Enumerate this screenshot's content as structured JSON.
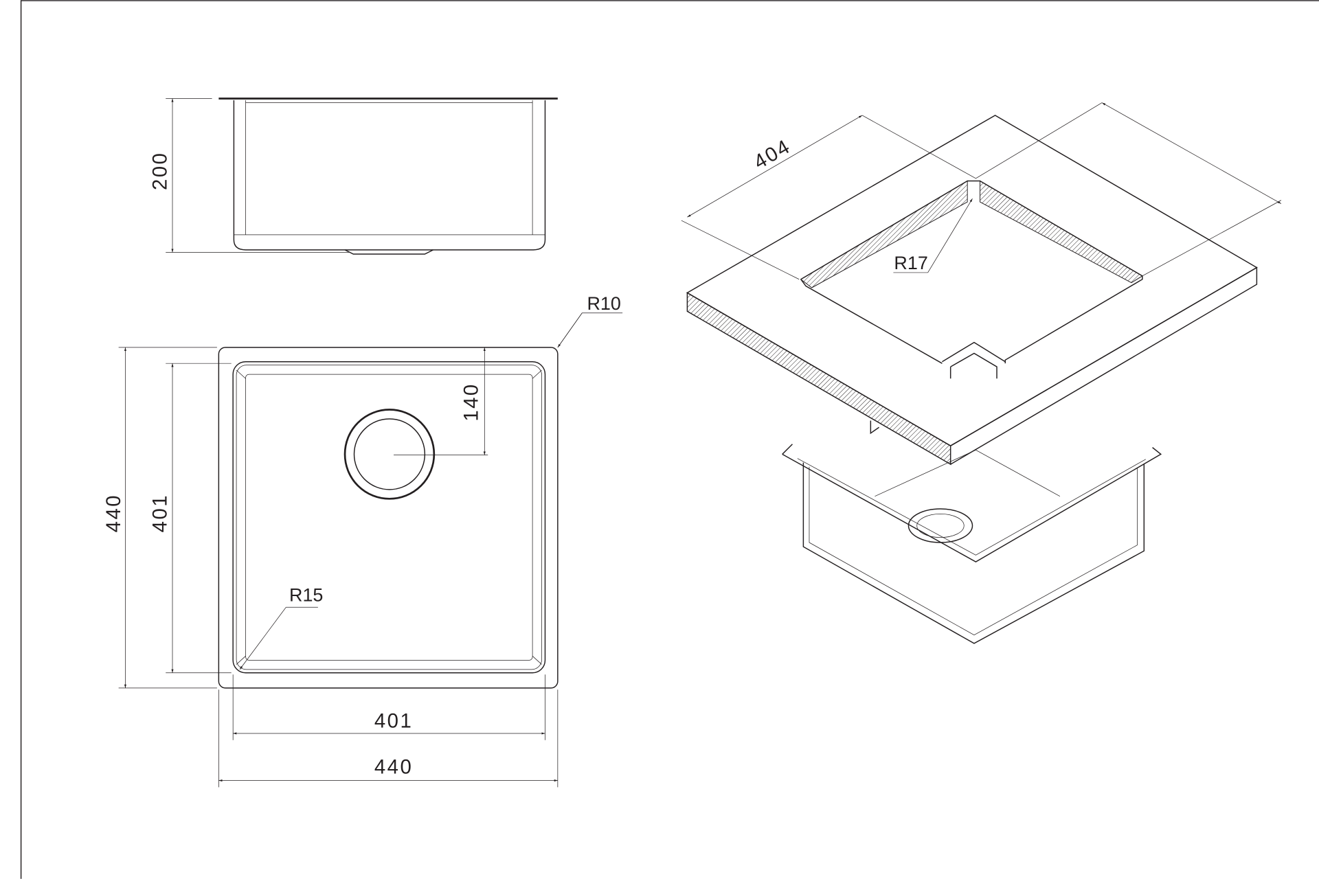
{
  "drawing": {
    "side_view": {
      "height_label": "200"
    },
    "plan_view": {
      "outer_height_label": "440",
      "inner_height_label": "401",
      "drain_offset_label": "140",
      "inner_width_label": "401",
      "outer_width_label": "440",
      "outer_radius_label": "R10",
      "inner_radius_label": "R15"
    },
    "iso_view": {
      "cutout_width_label": "404",
      "cutout_radius_label": "R17"
    }
  },
  "colors": {
    "line": "#231f20",
    "background": "#ffffff"
  }
}
